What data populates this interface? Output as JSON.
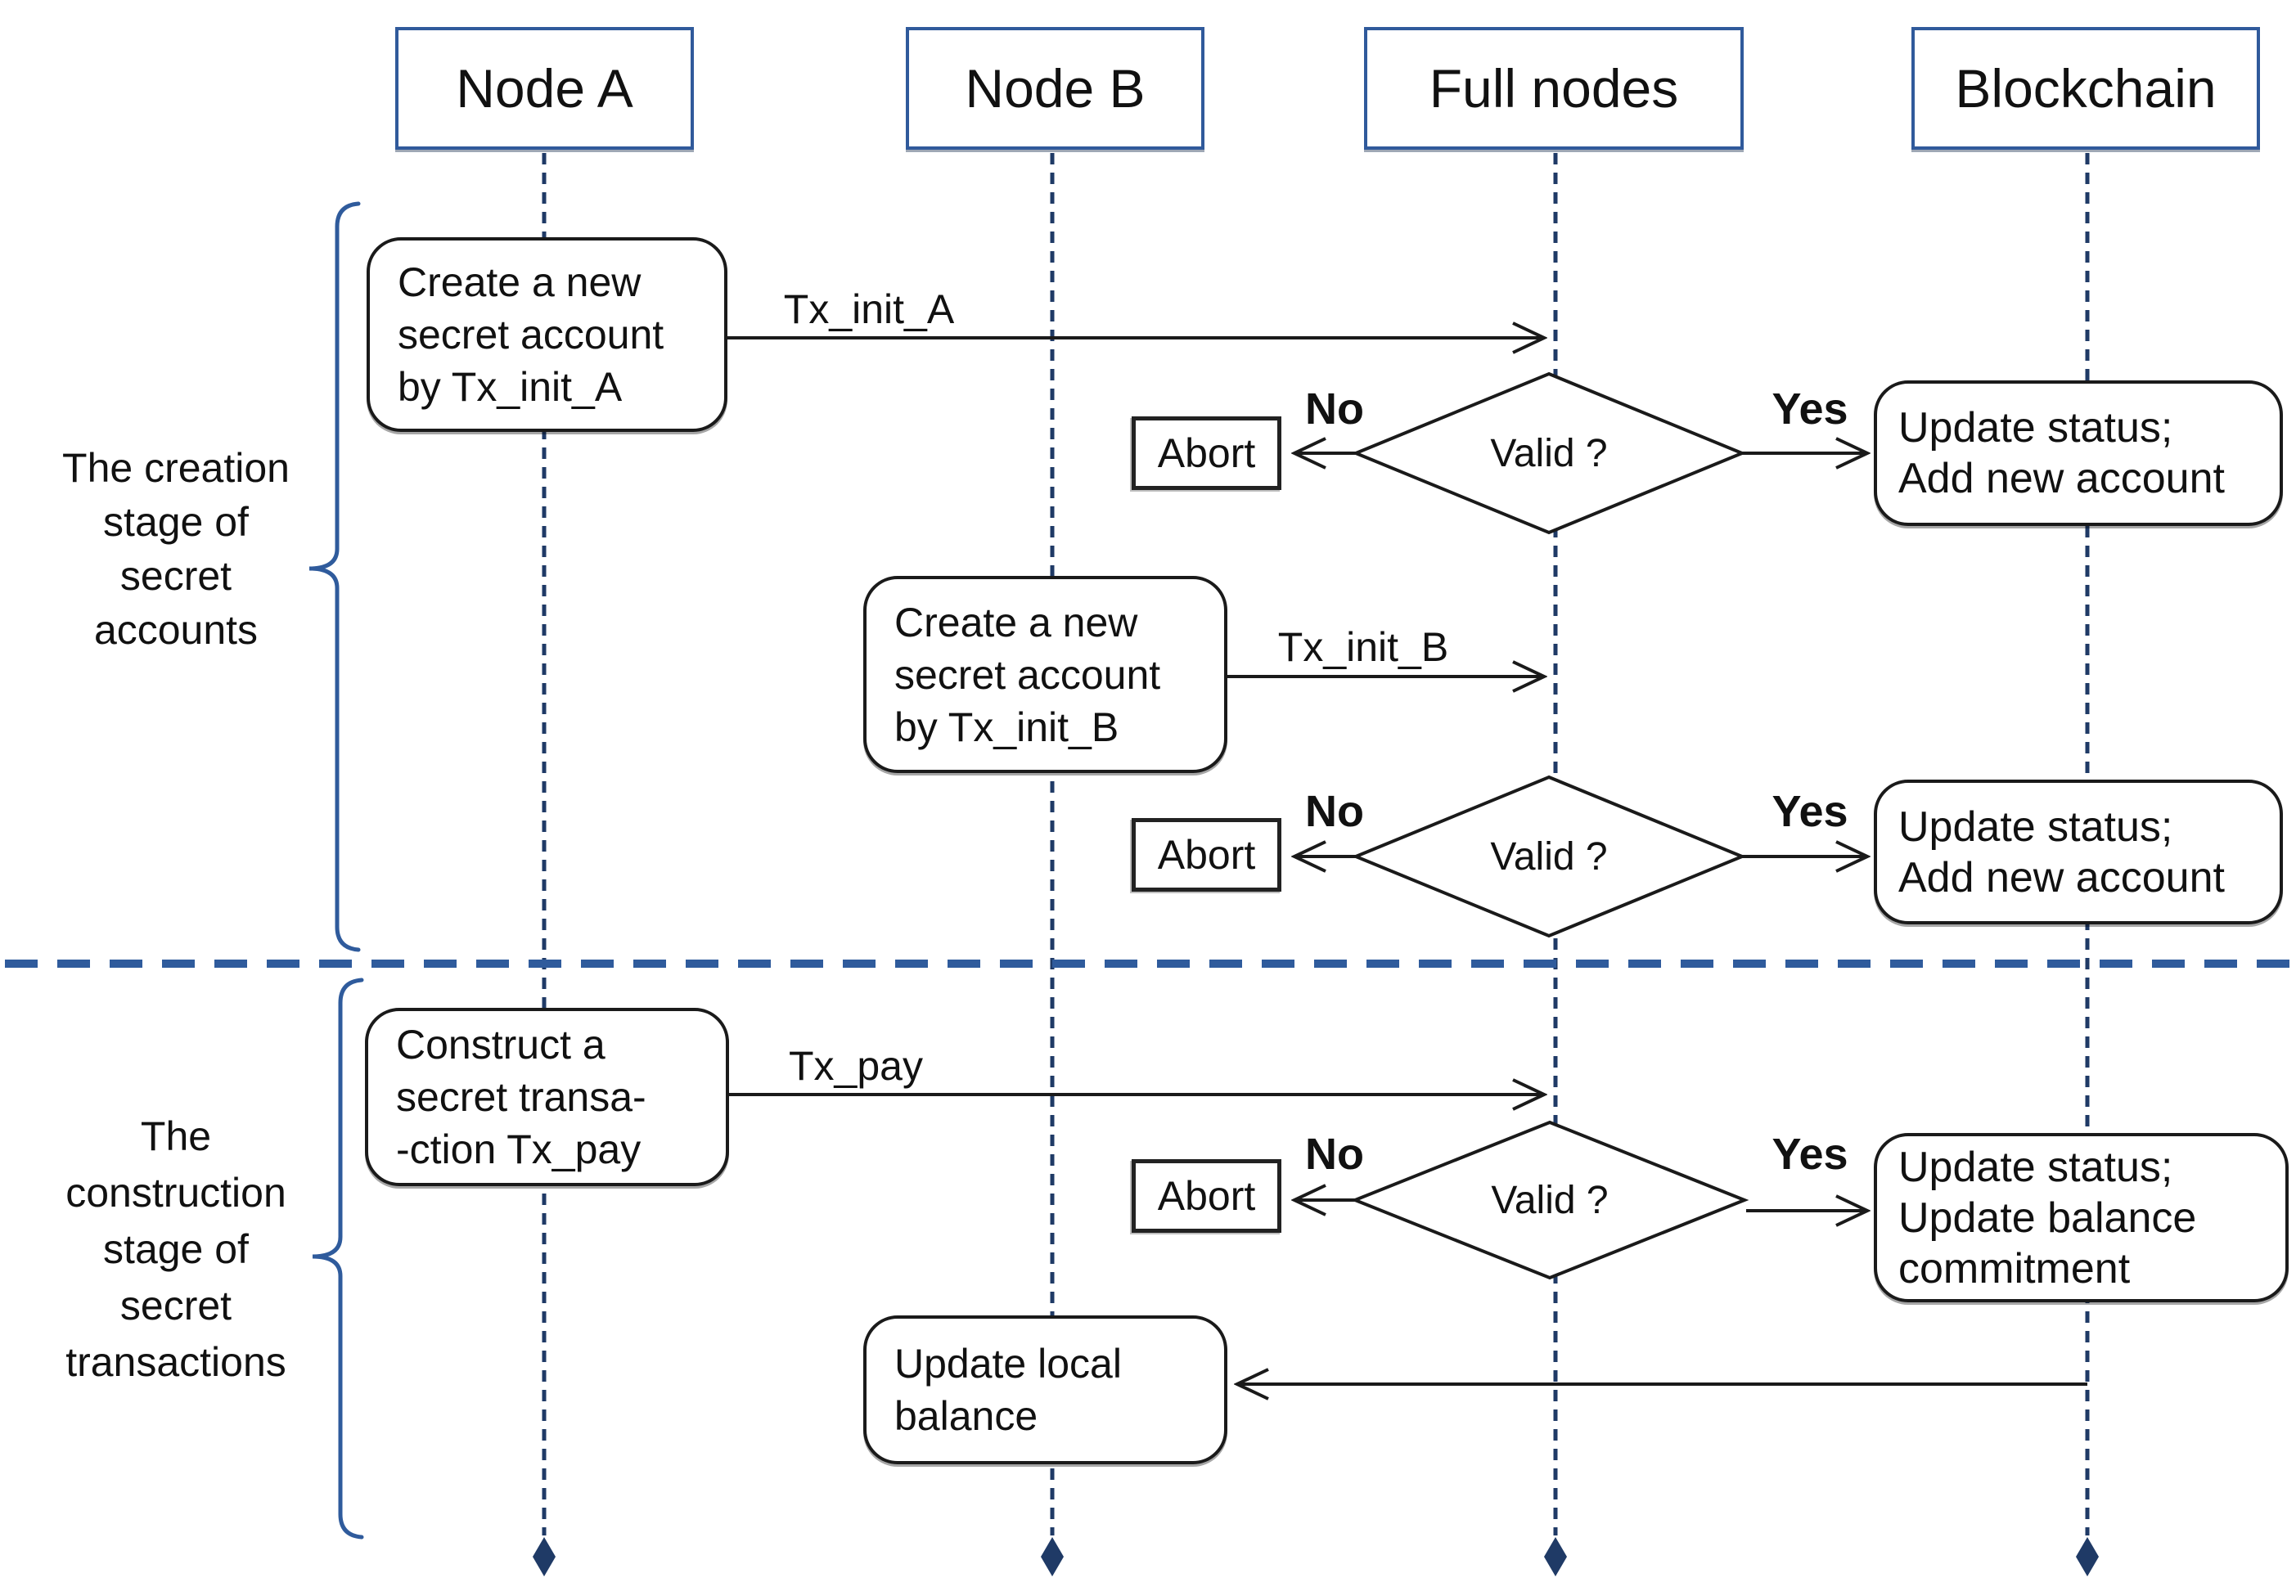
{
  "lanes": [
    {
      "label": "Node A"
    },
    {
      "label": "Node B"
    },
    {
      "label": "Full nodes"
    },
    {
      "label": "Blockchain"
    }
  ],
  "stages": [
    {
      "lines": [
        "The creation",
        "stage of",
        "secret",
        "accounts"
      ]
    },
    {
      "lines": [
        "The",
        "construction",
        "stage of",
        "secret",
        "transactions"
      ]
    }
  ],
  "boxes": {
    "create_a": {
      "lines": [
        "Create a new",
        "secret account",
        "by Tx_init_A"
      ]
    },
    "create_b": {
      "lines": [
        "Create a new",
        "secret account",
        "by Tx_init_B"
      ]
    },
    "construct_pay": {
      "lines": [
        "Construct a",
        "secret transa-",
        "-ction Tx_pay"
      ]
    },
    "update_local": {
      "lines": [
        "Update local",
        "balance"
      ]
    },
    "update_account_1": {
      "lines": [
        "Update status;",
        "Add new account"
      ]
    },
    "update_account_2": {
      "lines": [
        "Update status;",
        "Add new account"
      ]
    },
    "update_balance": {
      "lines": [
        "Update status;",
        "Update balance",
        "commitment"
      ]
    }
  },
  "decision": {
    "label": "Valid ?",
    "no": "No",
    "yes": "Yes",
    "abort": "Abort"
  },
  "messages": {
    "tx_init_a": "Tx_init_A",
    "tx_init_b": "Tx_init_B",
    "tx_pay": "Tx_pay"
  },
  "colors": {
    "header_border": "#305a9b",
    "lifeline": "#1f3a66",
    "divider": "#2f5b9c",
    "brace": "#2f5b9c",
    "shape_border": "#1a1a1a",
    "text": "#111111",
    "background": "#ffffff"
  }
}
